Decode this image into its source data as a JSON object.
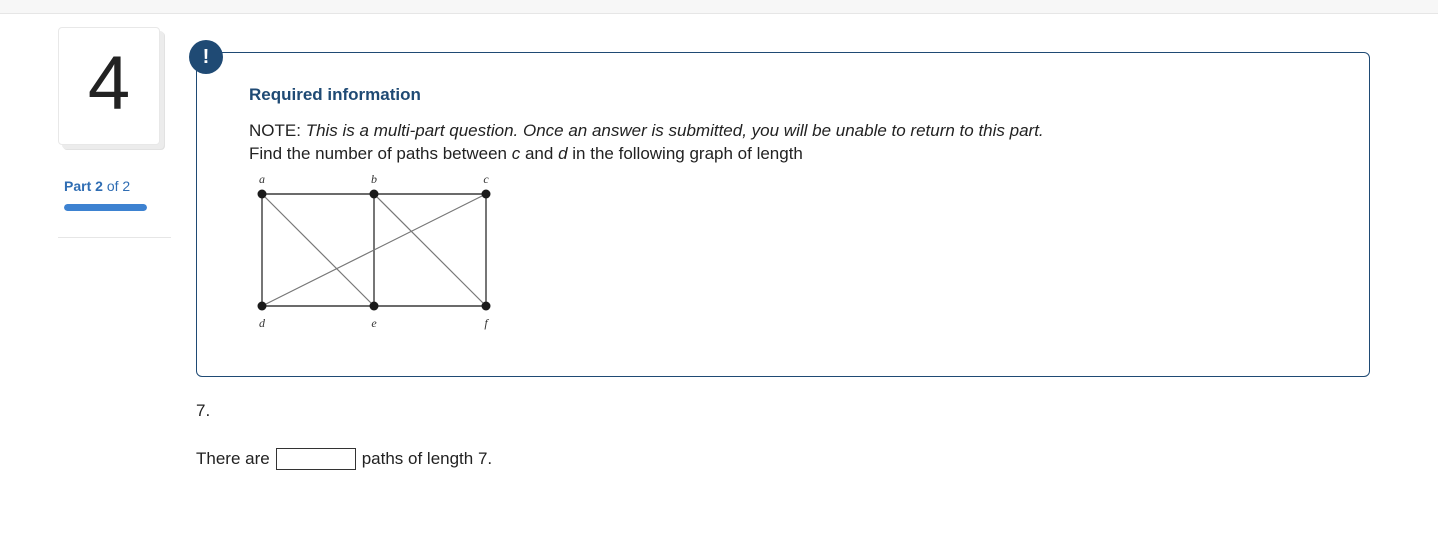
{
  "question": {
    "number": "4",
    "part_current": "2",
    "part_of": "of",
    "part_total": "2",
    "part_word": "Part",
    "progress_fraction": 1.0
  },
  "info": {
    "badge": "!",
    "title": "Required information",
    "note_prefix": "NOTE:",
    "note_text": "This is a multi-part question. Once an answer is submitted, you will be unable to return to this part.",
    "find_1": "Find the number of paths between",
    "find_c": "c",
    "find_2": "and",
    "find_d": "d",
    "find_3": "in the following graph of length"
  },
  "graph": {
    "vertices": [
      {
        "id": "a",
        "label": "a"
      },
      {
        "id": "b",
        "label": "b"
      },
      {
        "id": "c",
        "label": "c"
      },
      {
        "id": "d",
        "label": "d"
      },
      {
        "id": "e",
        "label": "e"
      },
      {
        "id": "f",
        "label": "f"
      }
    ],
    "edges": [
      [
        "a",
        "b"
      ],
      [
        "b",
        "c"
      ],
      [
        "d",
        "e"
      ],
      [
        "e",
        "f"
      ],
      [
        "a",
        "d"
      ],
      [
        "b",
        "e"
      ],
      [
        "c",
        "f"
      ],
      [
        "a",
        "e"
      ],
      [
        "b",
        "f"
      ],
      [
        "c",
        "d"
      ]
    ]
  },
  "length_value": "7.",
  "answer": {
    "prefix": "There are",
    "value": "",
    "suffix": "paths of length 7."
  }
}
